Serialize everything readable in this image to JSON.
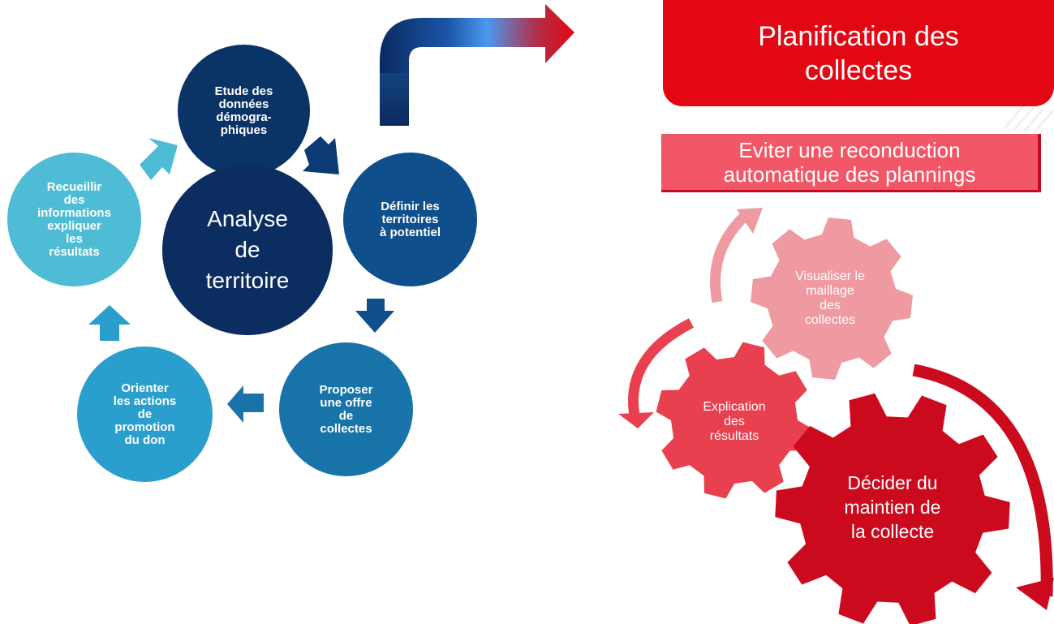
{
  "cycle": {
    "center": "Analyse\nde\nterritoire",
    "steps": [
      {
        "id": "etude",
        "label": "Etude des\ndonnées\ndémogra-\nphiques",
        "color": "#0a3466"
      },
      {
        "id": "definir",
        "label": "Définir les\nterritoires\nà potentiel",
        "color": "#0e4f8c"
      },
      {
        "id": "proposer",
        "label": "Proposer\nune offre\nde\ncollectes",
        "color": "#1874a8"
      },
      {
        "id": "orienter",
        "label": "Orienter\nles actions\nde\npromotion\ndu don",
        "color": "#2a9fce"
      },
      {
        "id": "recueillir",
        "label": "Recueillir\ndes\ninformations\nexpliquer\nles\nrésultats",
        "color": "#4dbcd4"
      }
    ]
  },
  "planning": {
    "title": "Planification des\ncollectes",
    "subtitle": "Eviter une reconduction\nautomatique des plannings"
  },
  "gears": [
    {
      "id": "visualiser",
      "label": "Visualiser le\nmaillage\ndes\ncollectes",
      "color": "#ee9aa0"
    },
    {
      "id": "explication",
      "label": "Explication\ndes\nrésultats",
      "color": "#e8404f"
    },
    {
      "id": "decider",
      "label": "Décider du\nmaintien de\nla collecte",
      "color": "#cc0a1e"
    }
  ],
  "colors": {
    "title_banner": "#e30613",
    "subtitle_banner": "#f25767",
    "arrow_navy": "#0a3466",
    "arrow_red": "#e8404f"
  }
}
